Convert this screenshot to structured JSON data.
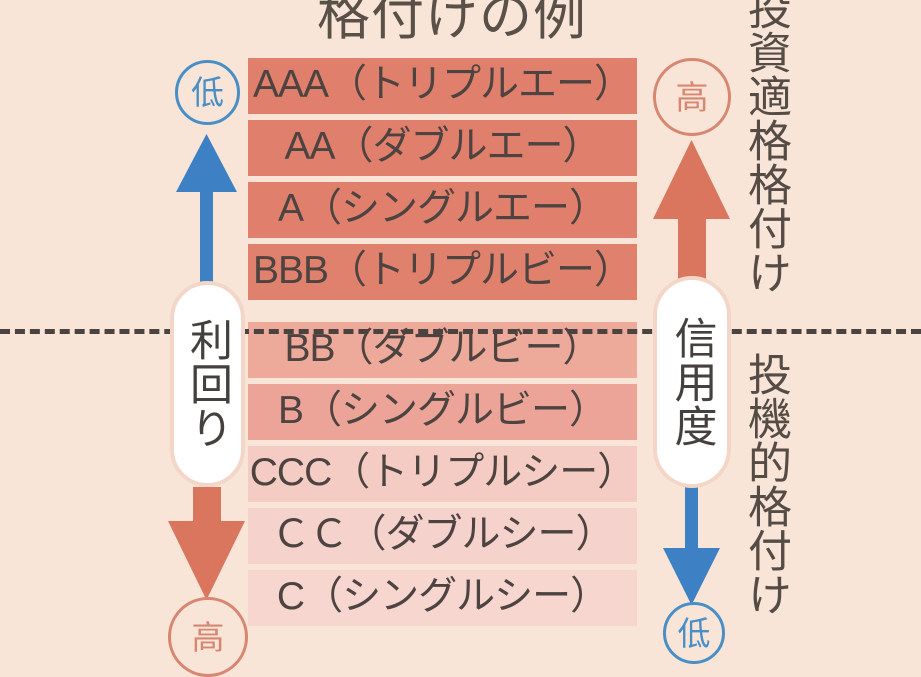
{
  "title": "格付けの例",
  "ratings": [
    {
      "label": "AAA（トリプルエー）",
      "grade": "AAA",
      "tier": "investment"
    },
    {
      "label": "AA（ダブルエー）",
      "grade": "AA",
      "tier": "investment"
    },
    {
      "label": "A（シングルエー）",
      "grade": "A",
      "tier": "investment"
    },
    {
      "label": "BBB（トリプルビー）",
      "grade": "BBB",
      "tier": "investment"
    },
    {
      "label": "BB（ダブルビー）",
      "grade": "BB",
      "tier": "speculative"
    },
    {
      "label": "B（シングルビー）",
      "grade": "B",
      "tier": "speculative"
    },
    {
      "label": "CCC（トリプルシー）",
      "grade": "CCC",
      "tier": "speculative"
    },
    {
      "label": "ＣＣ（ダブルシー）",
      "grade": "CC",
      "tier": "speculative"
    },
    {
      "label": "C（シングルシー）",
      "grade": "C",
      "tier": "speculative"
    }
  ],
  "left_axis": {
    "name": "利回り",
    "top_cap": "低",
    "bottom_cap": "高",
    "top_cap_color": "#4a8ec6",
    "bottom_cap_color": "#d98670",
    "up_arrow_color": "#3d81c4",
    "down_arrow_color": "#d9765d"
  },
  "right_axis": {
    "name": "信用度",
    "top_cap": "高",
    "bottom_cap": "低",
    "top_cap_color": "#d98670",
    "bottom_cap_color": "#4a8ec6",
    "up_arrow_color": "#d9765d",
    "down_arrow_color": "#3d81c4"
  },
  "side_captions": {
    "investment_grade": "投資適格格付け",
    "speculative_grade": "投機的格付け"
  },
  "colors": {
    "background": "#f8e5d8",
    "bar_dark": "#e0806c",
    "bar_mid": "#eda99a",
    "bar_light": "#f4ccc4",
    "bar_lightest": "#f6d6cf",
    "text": "#4d4340",
    "divider": "#4b4340"
  }
}
